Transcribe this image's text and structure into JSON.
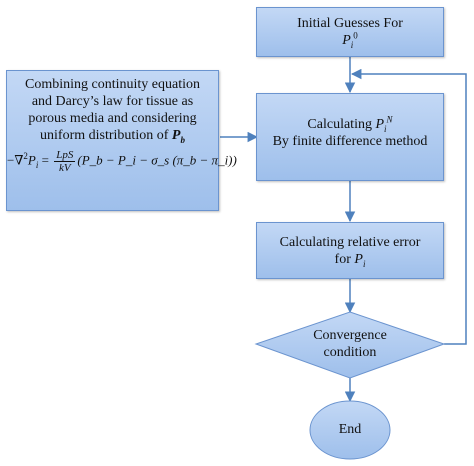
{
  "nodes": {
    "initial": {
      "line1": "Initial Guesses For",
      "var": "P",
      "sub": "i",
      "sup": "0"
    },
    "combining": {
      "line1": "Combining continuity equation",
      "line2": "and Darcy’s law for tissue as",
      "line3": "porous media and considering",
      "line4_text": "uniform distribution of",
      "line4_var": "P",
      "line4_sub": "b",
      "equation": {
        "lhs": "−∇",
        "lhs_sup": "2",
        "lhs_var": "P",
        "lhs_sub": "i",
        "eq": " = ",
        "frac_num": "LpS",
        "frac_den": "kV",
        "rhs": "(P_b − P_i − σ_s (π_b − π_i))"
      }
    },
    "calculating": {
      "line1_text": "Calculating",
      "line1_var": "P",
      "line1_sub": "i",
      "line1_sup": "N",
      "line2": "By finite difference method"
    },
    "relative_error": {
      "line1": "Calculating relative error",
      "line2_text": "for",
      "line2_var": "P",
      "line2_sub": "i"
    },
    "convergence": {
      "line1": "Convergence",
      "line2": "condition"
    },
    "end": {
      "label": "End"
    }
  },
  "colors": {
    "fill_top": "#c3d8f5",
    "fill_bottom": "#9ebfeb",
    "stroke": "#6b94cf",
    "connector": "#4f81bd"
  }
}
